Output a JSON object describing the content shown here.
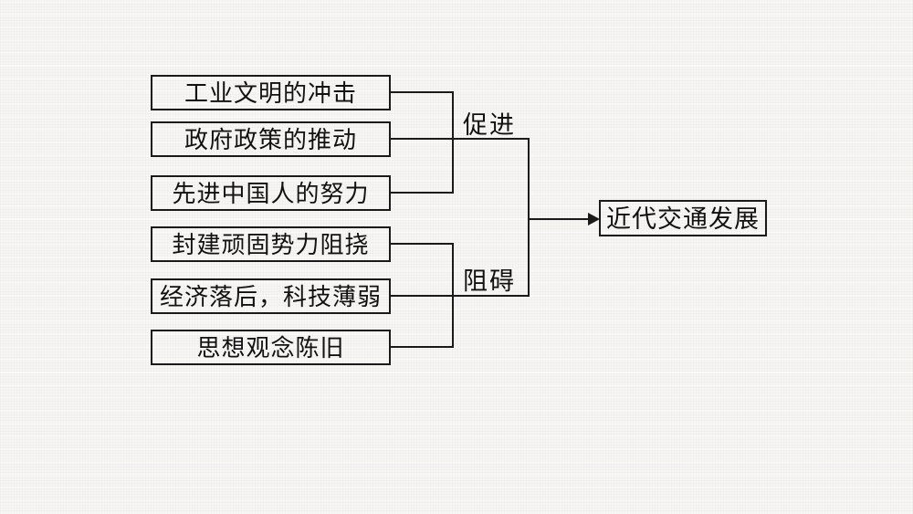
{
  "diagram": {
    "title_implied": "",
    "promote_factors": [
      {
        "label": "工业文明的冲击"
      },
      {
        "label": "政府政策的推动"
      },
      {
        "label": "先进中国人的努力"
      }
    ],
    "hinder_factors": [
      {
        "label": "封建顽固势力阻挠"
      },
      {
        "label": "经济落后，科技薄弱"
      },
      {
        "label": "思想观念陈旧"
      }
    ],
    "promote_label": "促进",
    "hinder_label": "阻碍",
    "result_label": "近代交通发展",
    "colors": {
      "line": "#1a1a1a",
      "text": "#111111",
      "background": "#f7f6f4"
    }
  }
}
